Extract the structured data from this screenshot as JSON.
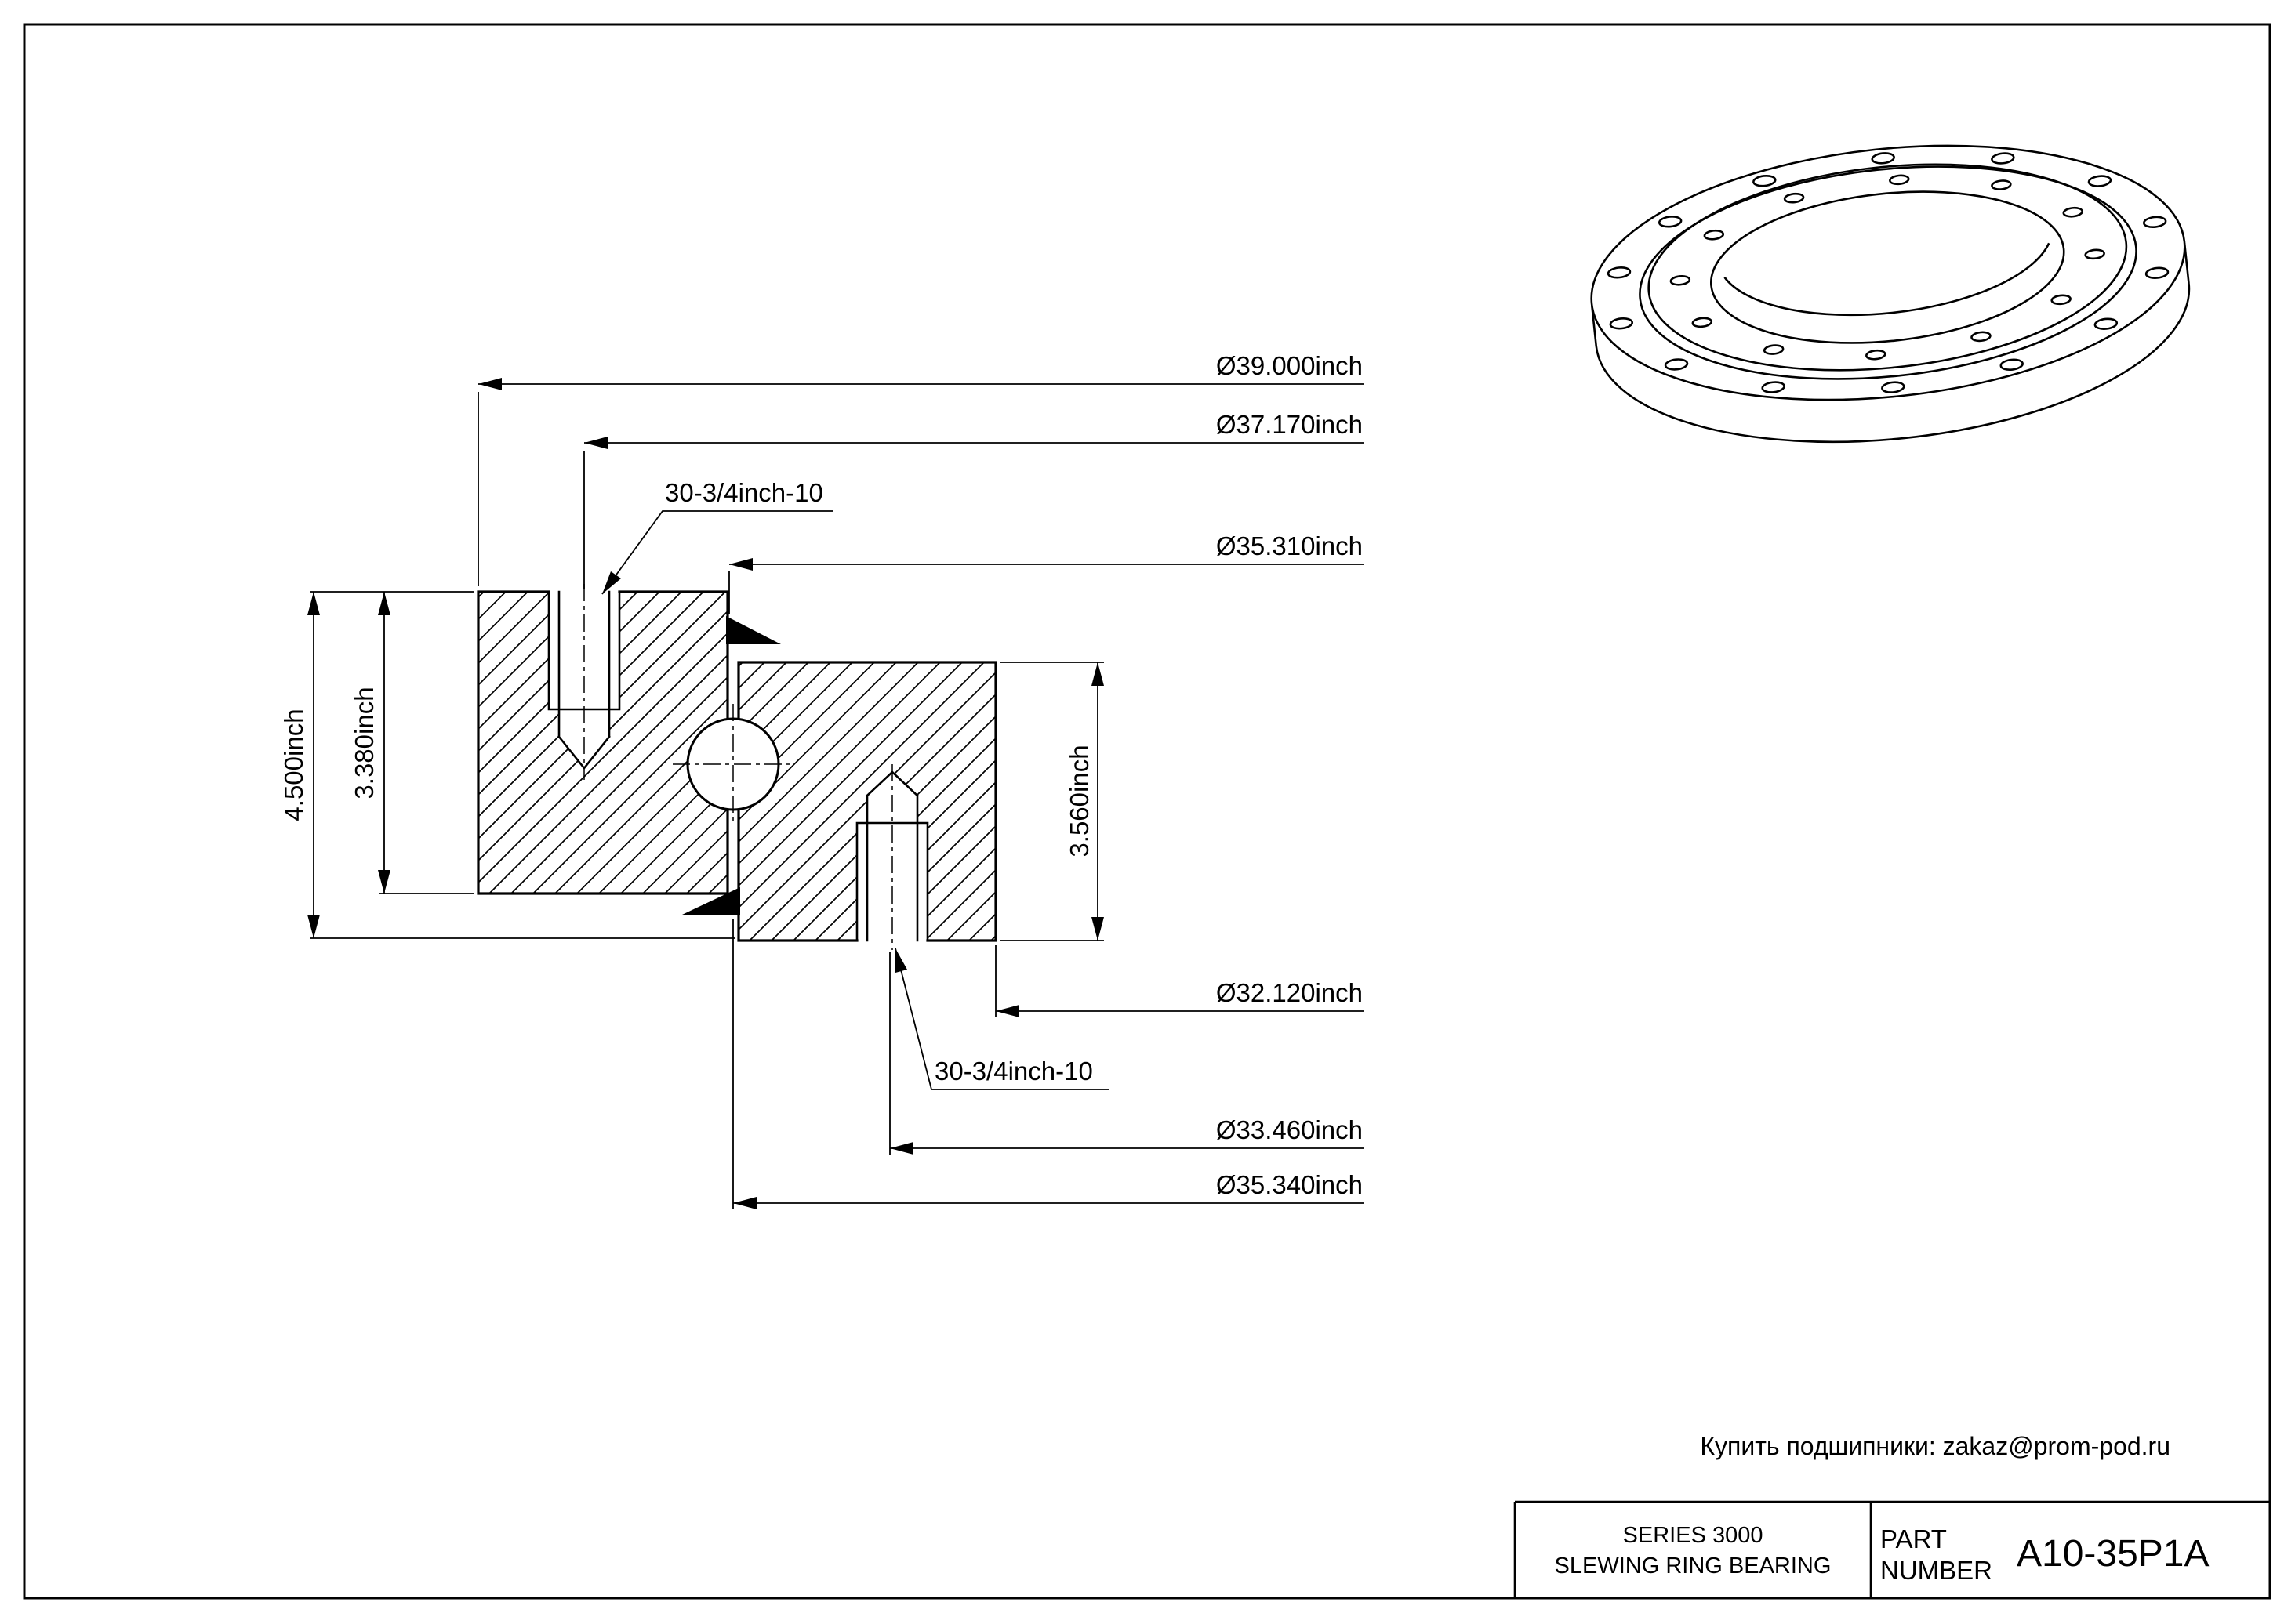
{
  "colors": {
    "line": "#000000",
    "background": "#ffffff"
  },
  "dimensions": {
    "outer_diameter": "Ø39.000inch",
    "bolt_circle_outer": "Ø37.170inch",
    "seal_diameter_top": "Ø35.310inch",
    "bore_diameter": "Ø32.120inch",
    "bolt_circle_inner": "Ø33.460inch",
    "seal_diameter_bottom": "Ø35.340inch",
    "overall_height": "4.500inch",
    "outer_ring_height": "3.380inch",
    "inner_ring_height": "3.560inch",
    "thread_callout_top": "30-3/4inch-10",
    "thread_callout_bottom": "30-3/4inch-10"
  },
  "contact_note": "Купить подшипники: zakaz@prom-pod.ru",
  "title_block": {
    "series_line1": "SERIES 3000",
    "series_line2": "SLEWING RING BEARING",
    "part_label_line1": "PART",
    "part_label_line2": "NUMBER",
    "part_number": "A10-35P1A"
  }
}
